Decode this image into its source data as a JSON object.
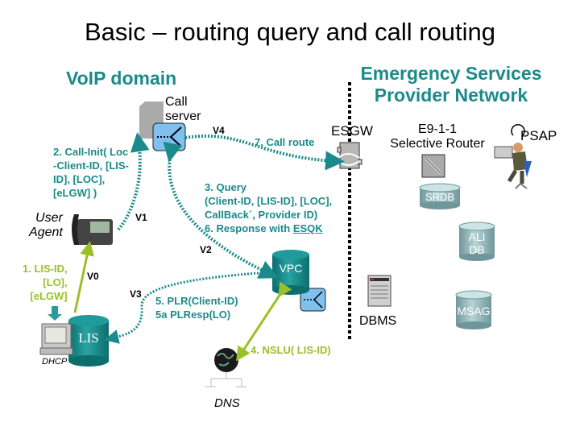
{
  "title": "Basic – routing query and call routing",
  "domains": {
    "voip": "VoIP domain",
    "esp_line1": "Emergency Services",
    "esp_line2": "Provider Network"
  },
  "nodes": {
    "call_server_line1": "Call",
    "call_server_line2": "server",
    "esgw": "ESGW",
    "selective_router_line1": "E9-1-1",
    "selective_router_line2": "Selective Router",
    "psap": "PSAP",
    "srdb": "SRDB",
    "ali_db_line1": "ALI",
    "ali_db_line2": "DB",
    "msag": "MSAG",
    "dbms": "DBMS",
    "vpc": "VPC",
    "lis": "LIS",
    "dhcp": "DHCP",
    "dns": "DNS",
    "user_agent_line1": "User",
    "user_agent_line2": "Agent"
  },
  "interfaces": {
    "v0": "V0",
    "v1": "V1",
    "v2": "V2",
    "v3": "V3",
    "v4": "V4"
  },
  "messages": {
    "m1": [
      "1. LIS-ID,",
      "[LO],",
      "[eLGW]"
    ],
    "m2": [
      "2. Call-Init( Loc",
      "-Client-ID, [LIS-",
      "ID], [LOC],",
      "[eLGW] )"
    ],
    "m3": [
      "3.  Query",
      "(Client-ID, [LIS-ID], [LOC],",
      "CallBack´, Provider ID)"
    ],
    "m6_prefix": "6. Response with ",
    "m6_esqk": "ESQK",
    "m4": "4. NSLU( LIS-ID)",
    "m5": [
      "5.  PLR(Client-ID)",
      "5a PLResp(LO)"
    ],
    "m7": "7. Call route"
  },
  "colors": {
    "teal": "#1a8a8a",
    "green": "#9ac028",
    "cylinder_teal": "#138585",
    "cylinder_gray": "#8ab0b4",
    "router_blue": "#7fc0ee"
  }
}
